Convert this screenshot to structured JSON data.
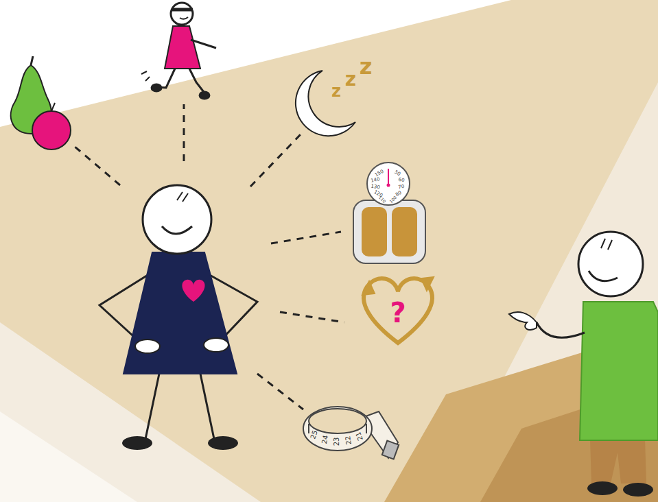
{
  "diagram": {
    "labels": [
      "z",
      "z",
      "z",
      "150",
      "50",
      "140",
      "60",
      "130",
      "70",
      "120",
      "80",
      "110",
      "100",
      "?",
      "25",
      "24",
      "23",
      "22",
      "21"
    ]
  }
}
